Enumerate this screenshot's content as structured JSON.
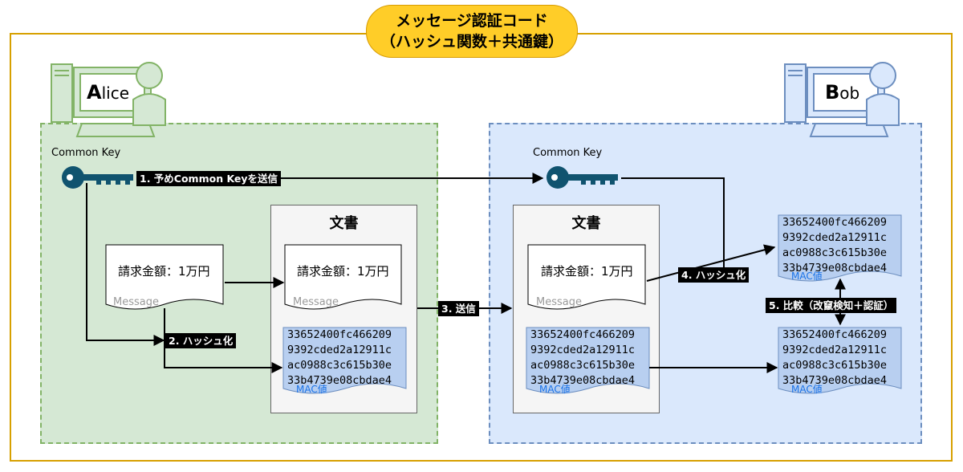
{
  "title": {
    "line1": "メッセージ認証コード",
    "line2": "（ハッシュ関数＋共通鍵）"
  },
  "actors": {
    "alice": {
      "initial": "A",
      "rest": "lice"
    },
    "bob": {
      "initial": "B",
      "rest": "ob"
    }
  },
  "common_key_label": "Common Key",
  "steps": {
    "s1": "1. 予めCommon Keyを送信",
    "s2": "2. ハッシュ化",
    "s3": "3. 送信",
    "s4": "4. ハッシュ化",
    "s5": "5. 比較（改竄検知＋認証）"
  },
  "document_title": "文書",
  "message": {
    "text": "請求金額：1万円",
    "label": "Message"
  },
  "mac": {
    "lines": [
      "33652400fc466209",
      "9392cded2a12911c",
      "ac0988c3c615b30e",
      "33b4739e08cbdae4"
    ],
    "label": "MAC値"
  },
  "colors": {
    "accent": "#ffcd28",
    "alice_zone": "#d5e8d4",
    "bob_zone": "#dae8fc",
    "mac_fill": "#b8cff0",
    "key": "#10536f"
  }
}
